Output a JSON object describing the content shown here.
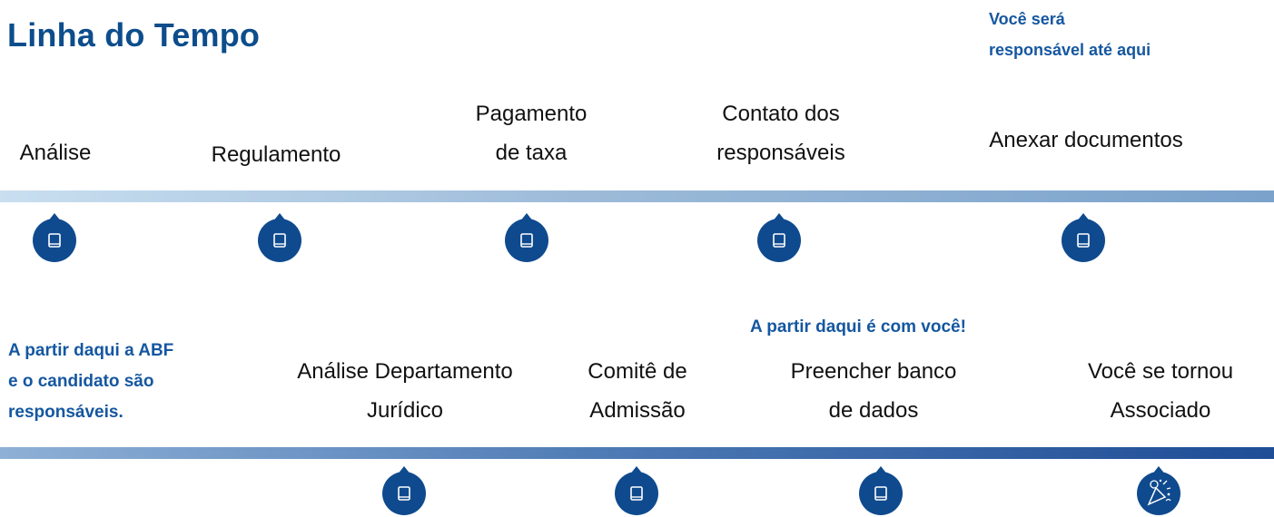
{
  "title": "Linha do Tempo",
  "notes": {
    "top_right": [
      "Você será",
      "responsável até aqui"
    ],
    "left": [
      "A partir daqui a ABF",
      "e o candidato são",
      "responsáveis."
    ],
    "middle": "A partir daqui é com você!"
  },
  "top_steps": [
    {
      "lines": [
        "Análise"
      ],
      "icon": "book-icon"
    },
    {
      "lines": [
        "Regulamento"
      ],
      "icon": "book-icon"
    },
    {
      "lines": [
        "Pagamento",
        "de taxa"
      ],
      "icon": "book-icon"
    },
    {
      "lines": [
        "Contato dos",
        "responsáveis"
      ],
      "icon": "book-icon"
    },
    {
      "lines": [
        "Anexar documentos"
      ],
      "icon": "book-icon"
    }
  ],
  "bottom_steps": [
    {
      "lines": [
        "Análise Departamento",
        "Jurídico"
      ],
      "icon": "book-icon"
    },
    {
      "lines": [
        "Comitê de",
        "Admissão"
      ],
      "icon": "book-icon"
    },
    {
      "lines": [
        "Preencher banco",
        "de dados"
      ],
      "icon": "book-icon"
    },
    {
      "lines": [
        "Você se tornou",
        "Associado"
      ],
      "icon": "party-popper-icon"
    }
  ],
  "colors": {
    "title": "#0d4d8c",
    "accent": "#1557a0",
    "marker": "#0f4a8e"
  }
}
